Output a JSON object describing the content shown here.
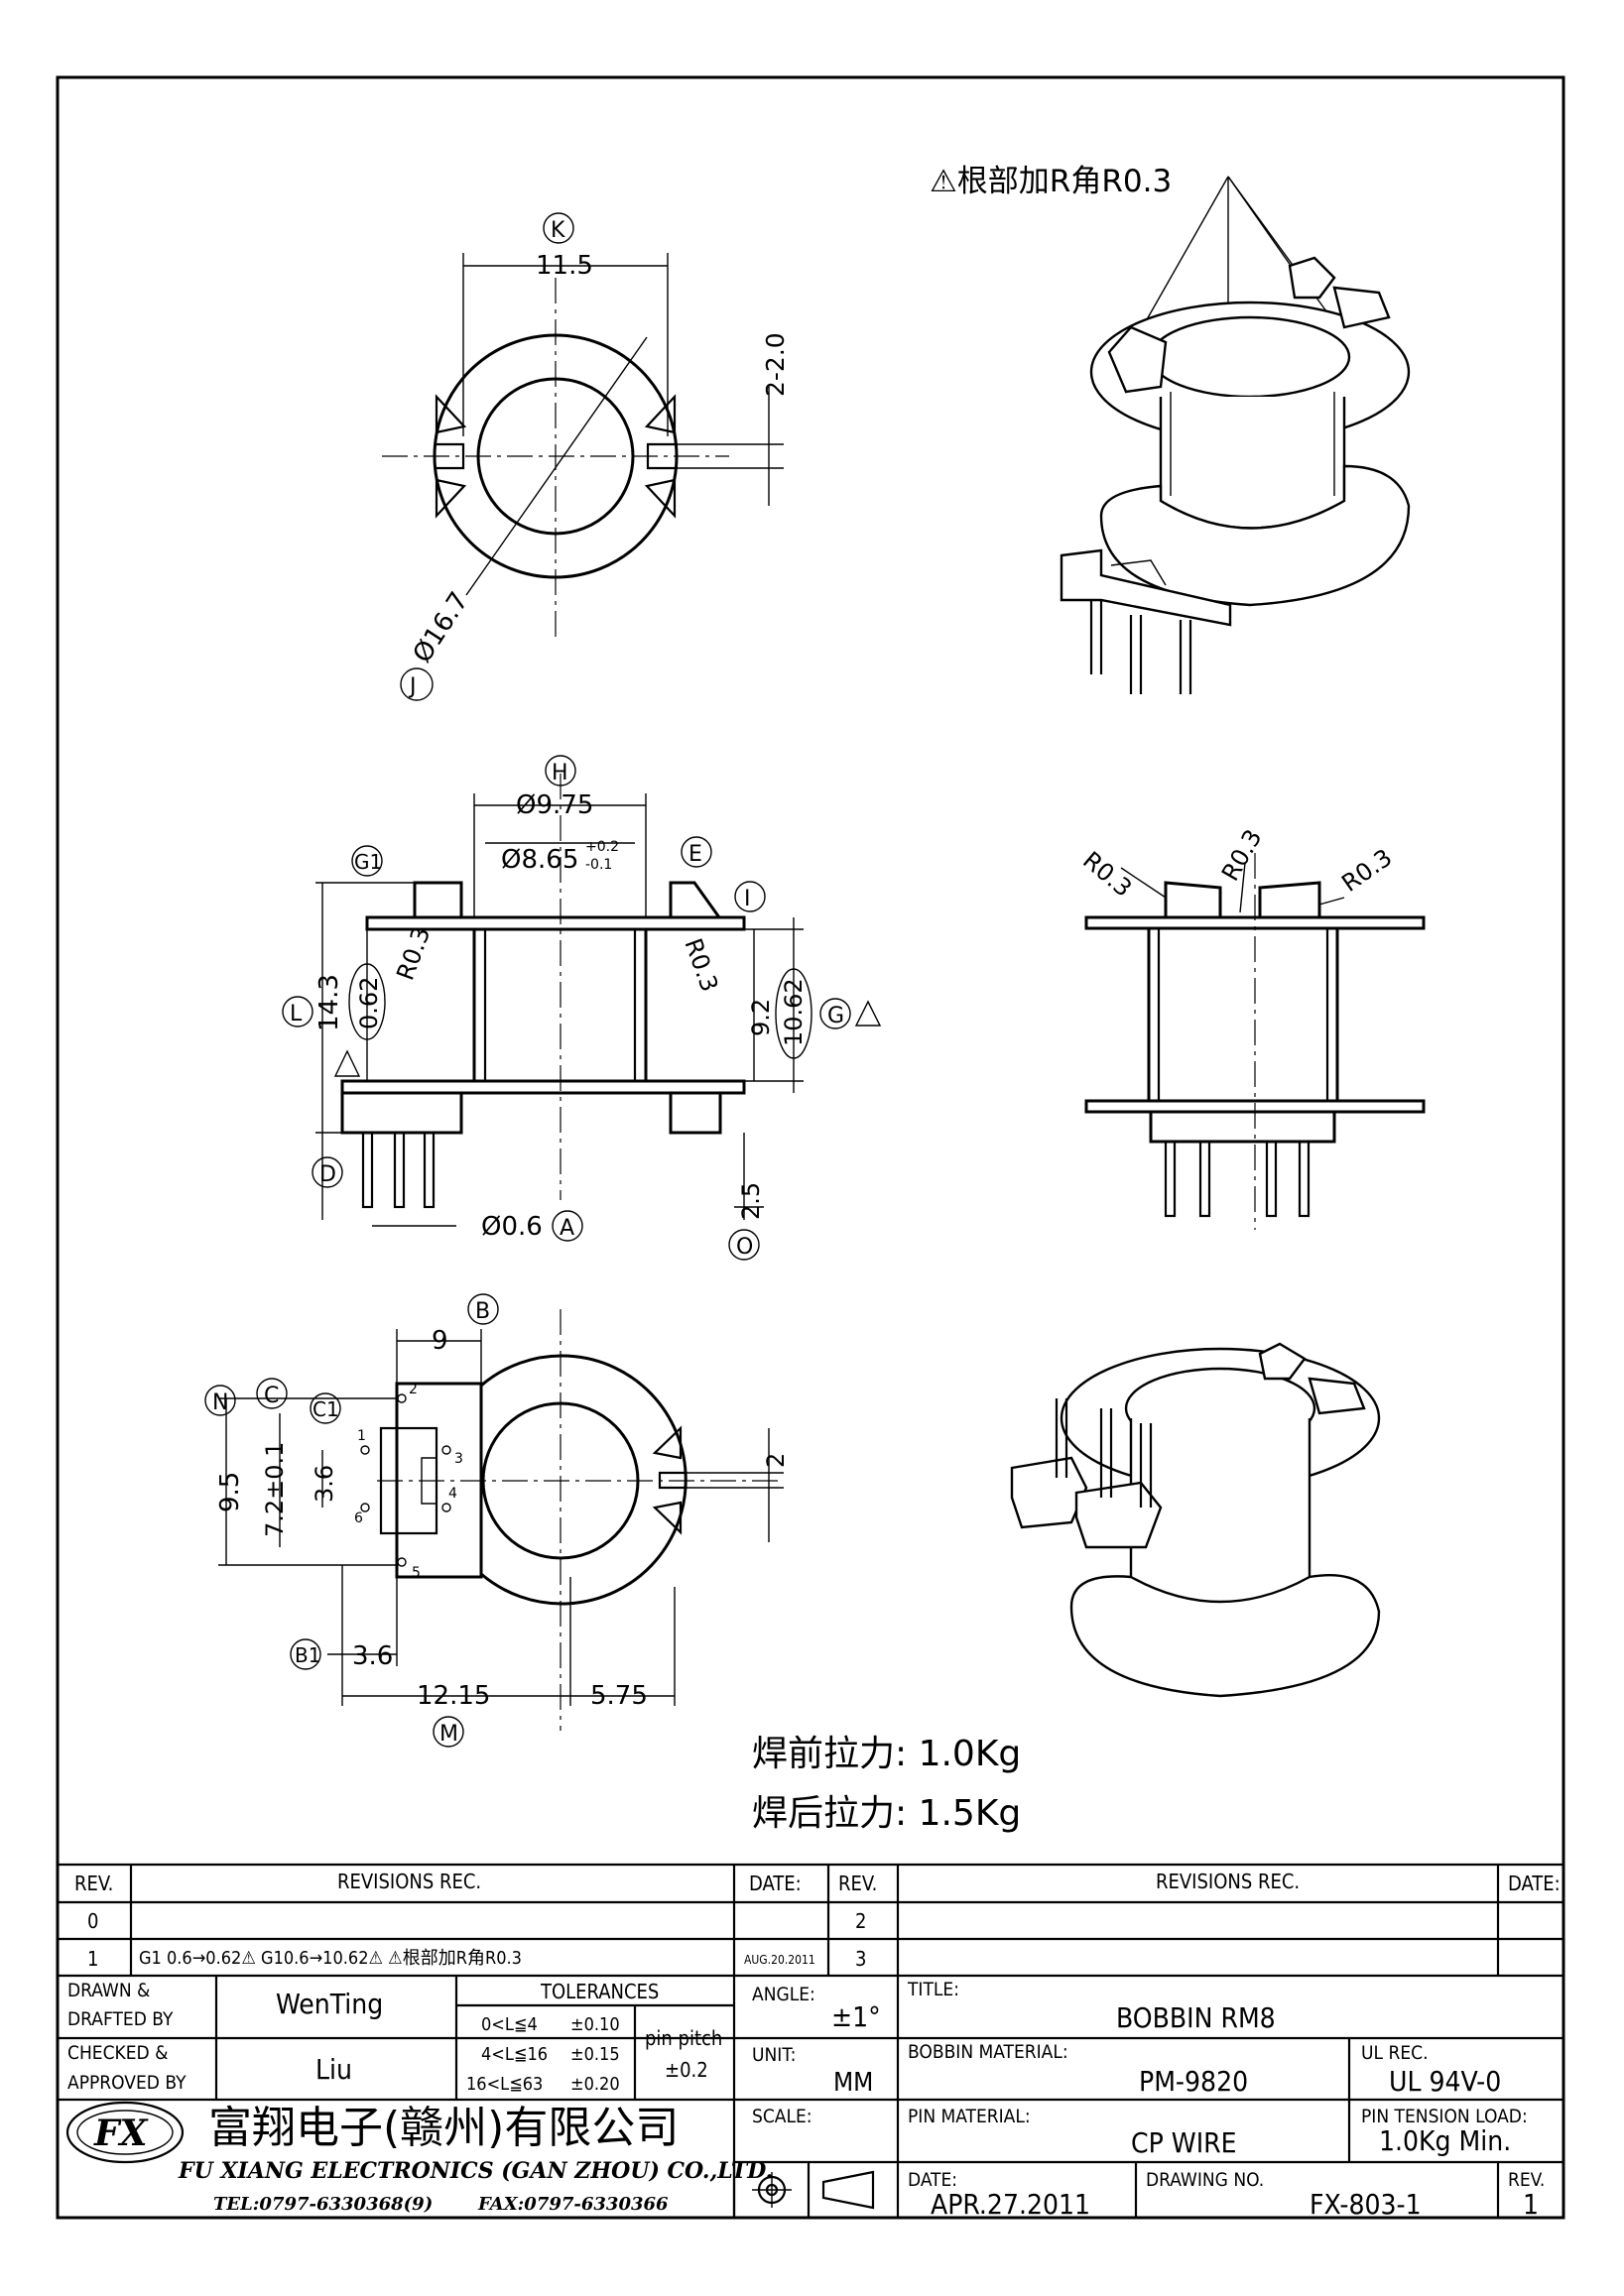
{
  "annotations": {
    "top_note": "⚠根部加R角R0.3",
    "pull_before": "焊前拉力: 1.0Kg",
    "pull_after": "焊后拉力: 1.5Kg"
  },
  "top_view": {
    "label_k": "K",
    "dim_width": "11.5",
    "dim_slot": "2-2.0",
    "label_j": "J",
    "dim_diameter": "Ø16.7"
  },
  "side_view": {
    "label_h": "H",
    "dim_outer": "Ø9.75",
    "label_g1": "G1",
    "label_e": "E",
    "dim_inner": "Ø8.65",
    "tol_plus": "+0.2",
    "tol_minus": "-0.1",
    "label_i": "I",
    "label_l": "L",
    "dim_height": "14.3",
    "dim_flange_left": "0.62",
    "radius_left": "R0.3",
    "radius_right": "R0.3",
    "dim_winding": "9.2",
    "dim_flange_right": "10.62",
    "label_g": "G",
    "label_d": "D",
    "dim_pin": "Ø0.6",
    "label_a": "A",
    "dim_pin_len": "2.5",
    "label_o": "O"
  },
  "side_view_right": {
    "r_left": "R0.3",
    "r_mid": "R0.3",
    "r_right": "R0.3"
  },
  "bottom_view": {
    "label_b": "B",
    "dim_9": "9",
    "label_n": "N",
    "label_c": "C",
    "label_c1": "C1",
    "dim_95": "9.5",
    "dim_72": "7.2±0.1",
    "dim_36v": "3.6",
    "dim_slot": "2",
    "label_b1": "B1",
    "dim_36h": "3.6",
    "dim_1215": "12.15",
    "dim_575": "5.75",
    "label_m": "M",
    "pins": [
      "1",
      "2",
      "3",
      "4",
      "5",
      "6"
    ]
  },
  "title_block": {
    "rev_header": "REV.",
    "revisions_header": "REVISIONS   REC.",
    "date_header": "DATE:",
    "rev_rows_left": [
      {
        "rev": "0",
        "text": ""
      },
      {
        "rev": "1",
        "text": "G1 0.6→0.62⚠   G10.6→10.62⚠   ⚠根部加R角R0.3"
      }
    ],
    "rev_rows_left_dates": [
      "",
      "AUG.20.2011"
    ],
    "rev_rows_right": [
      "2",
      "3"
    ],
    "drawn_label": "DRAWN &\nDRAFTED BY",
    "drawn_by": "WenTing",
    "checked_label": "CHECKED &\nAPPROVED BY",
    "checked_by": "Liu",
    "tolerances_header": "TOLERANCES",
    "tolerance_rows": [
      {
        "range": "0<L≦4",
        "tol": "±0.10"
      },
      {
        "range": "4<L≦16",
        "tol": "±0.15"
      },
      {
        "range": "16<L≦63",
        "tol": "±0.20"
      }
    ],
    "pin_pitch_label": "pin  pitch",
    "pin_pitch_value": "±0.2",
    "angle_label": "ANGLE:",
    "angle_value": "±1°",
    "unit_label": "UNIT:",
    "unit_value": "MM",
    "scale_label": "SCALE:",
    "title_label": "TITLE:",
    "title_value": "BOBBIN  RM8",
    "bobbin_material_label": "BOBBIN  MATERIAL:",
    "bobbin_material_value": "PM-9820",
    "ul_label": "UL  REC.",
    "ul_value": "UL  94V-0",
    "pin_material_label": "PIN  MATERIAL:",
    "pin_material_value": "CP  WIRE",
    "pin_tension_label": "PIN  TENSION  LOAD:",
    "pin_tension_value": "1.0Kg  Min.",
    "date_label": "DATE:",
    "date_value": "APR.27.2011",
    "drawing_no_label": "DRAWING  NO.",
    "drawing_no_value": "FX-803-1",
    "rev_label": "REV.",
    "rev_value": "1",
    "company_cn": "富翔电子(赣州)有限公司",
    "company_en": "FU XIANG ELECTRONICS (GAN ZHOU) CO.,LTD.",
    "tel": "TEL:0797-6330368(9)",
    "fax": "FAX:0797-6330366",
    "logo_text": "FX"
  }
}
